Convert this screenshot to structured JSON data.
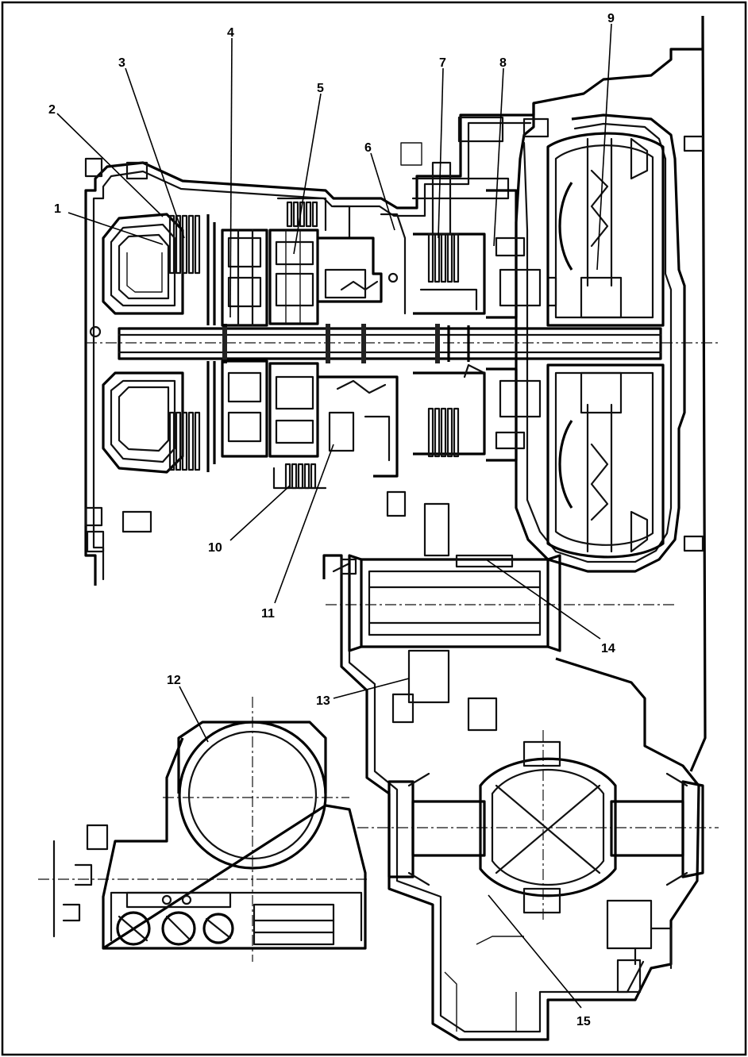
{
  "callouts": [
    {
      "id": "1",
      "label": "1"
    },
    {
      "id": "2",
      "label": "2"
    },
    {
      "id": "3",
      "label": "3"
    },
    {
      "id": "4",
      "label": "4"
    },
    {
      "id": "5",
      "label": "5"
    },
    {
      "id": "6",
      "label": "6"
    },
    {
      "id": "7",
      "label": "7"
    },
    {
      "id": "8",
      "label": "8"
    },
    {
      "id": "9",
      "label": "9"
    },
    {
      "id": "10",
      "label": "10"
    },
    {
      "id": "11",
      "label": "11"
    },
    {
      "id": "12",
      "label": "12"
    },
    {
      "id": "13",
      "label": "13"
    },
    {
      "id": "14",
      "label": "14"
    },
    {
      "id": "15",
      "label": "15"
    }
  ],
  "colors": {
    "ink": "#111111",
    "background": "#ffffff"
  }
}
